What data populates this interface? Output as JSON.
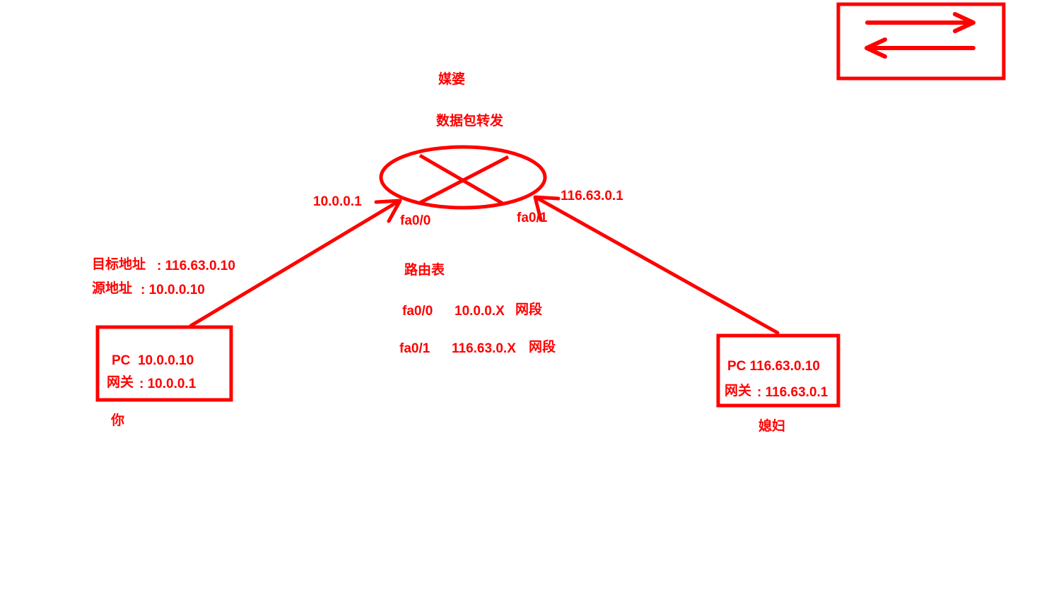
{
  "colors": {
    "ink": "#ff0000",
    "background": "#ffffff"
  },
  "router": {
    "title": "媒婆",
    "function": "数据包转发",
    "left_ip": "10.0.0.1",
    "right_ip": "116.63.0.1",
    "left_port": "fa0/0",
    "right_port": "fa0/1"
  },
  "routing_table": {
    "title": "路由表",
    "rows": [
      {
        "port": "fa0/0",
        "net": "10.0.0.X",
        "suffix": "网段"
      },
      {
        "port": "fa0/1",
        "net": "116.63.0.X",
        "suffix": "网段"
      }
    ]
  },
  "packet": {
    "dst_label": "目标地址",
    "dst_value": ": 116.63.0.10",
    "src_label": "源地址",
    "src_value": ": 10.0.0.10"
  },
  "left_pc": {
    "line1": "PC  10.0.0.10",
    "gw_label": "网关",
    "gw_value": ": 10.0.0.1",
    "owner": "你"
  },
  "right_pc": {
    "line1": "PC 116.63.0.10",
    "gw_label": "网关",
    "gw_value": ": 116.63.0.1",
    "owner": "媳妇"
  },
  "legend": {
    "icon": "bidirectional-arrows-icon"
  }
}
